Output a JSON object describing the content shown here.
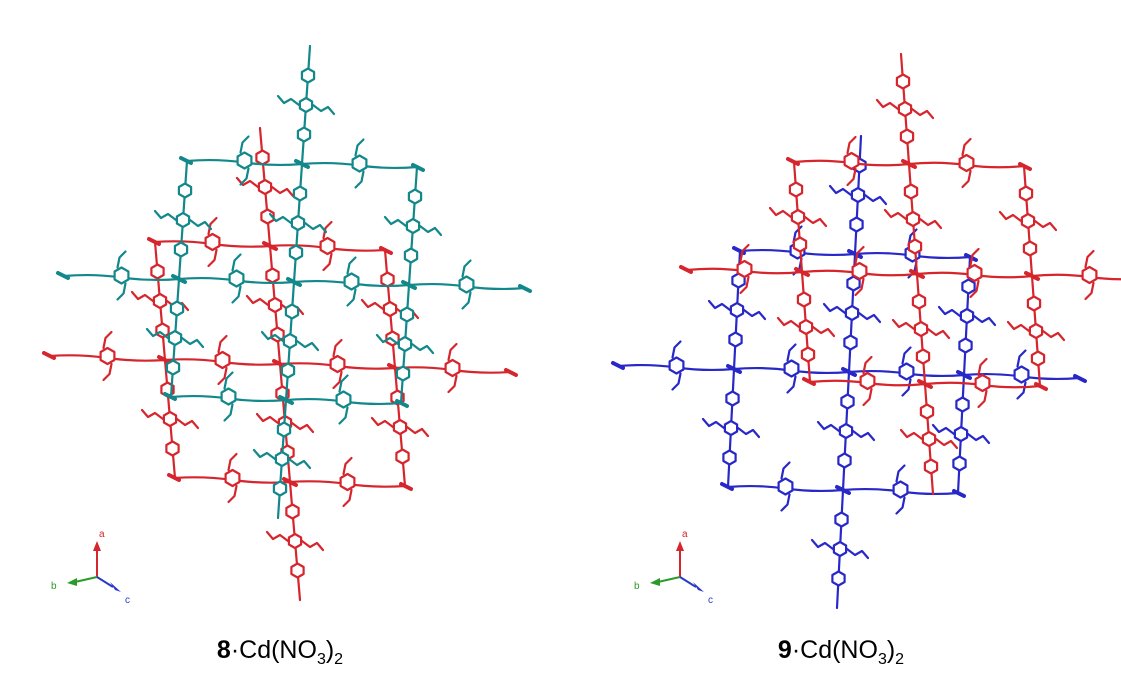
{
  "colors": {
    "net_a": "#d6252c",
    "net_b_left": "#12888a",
    "net_b_right": "#2828c8",
    "axis_a": "#d6252c",
    "axis_b": "#2a9a2a",
    "axis_c": "#2a3ac8"
  },
  "panels": [
    {
      "compound_number": "8",
      "compound_suffix": "·Cd(NO",
      "sub3": "3",
      "close": ")",
      "sub2": "2",
      "axes": {
        "a": "a",
        "b": "b",
        "c": "c"
      }
    },
    {
      "compound_number": "9",
      "compound_suffix": "·Cd(NO",
      "sub3": "3",
      "close": ")",
      "sub2": "2",
      "axes": {
        "a": "a",
        "b": "b",
        "c": "c"
      }
    }
  ]
}
